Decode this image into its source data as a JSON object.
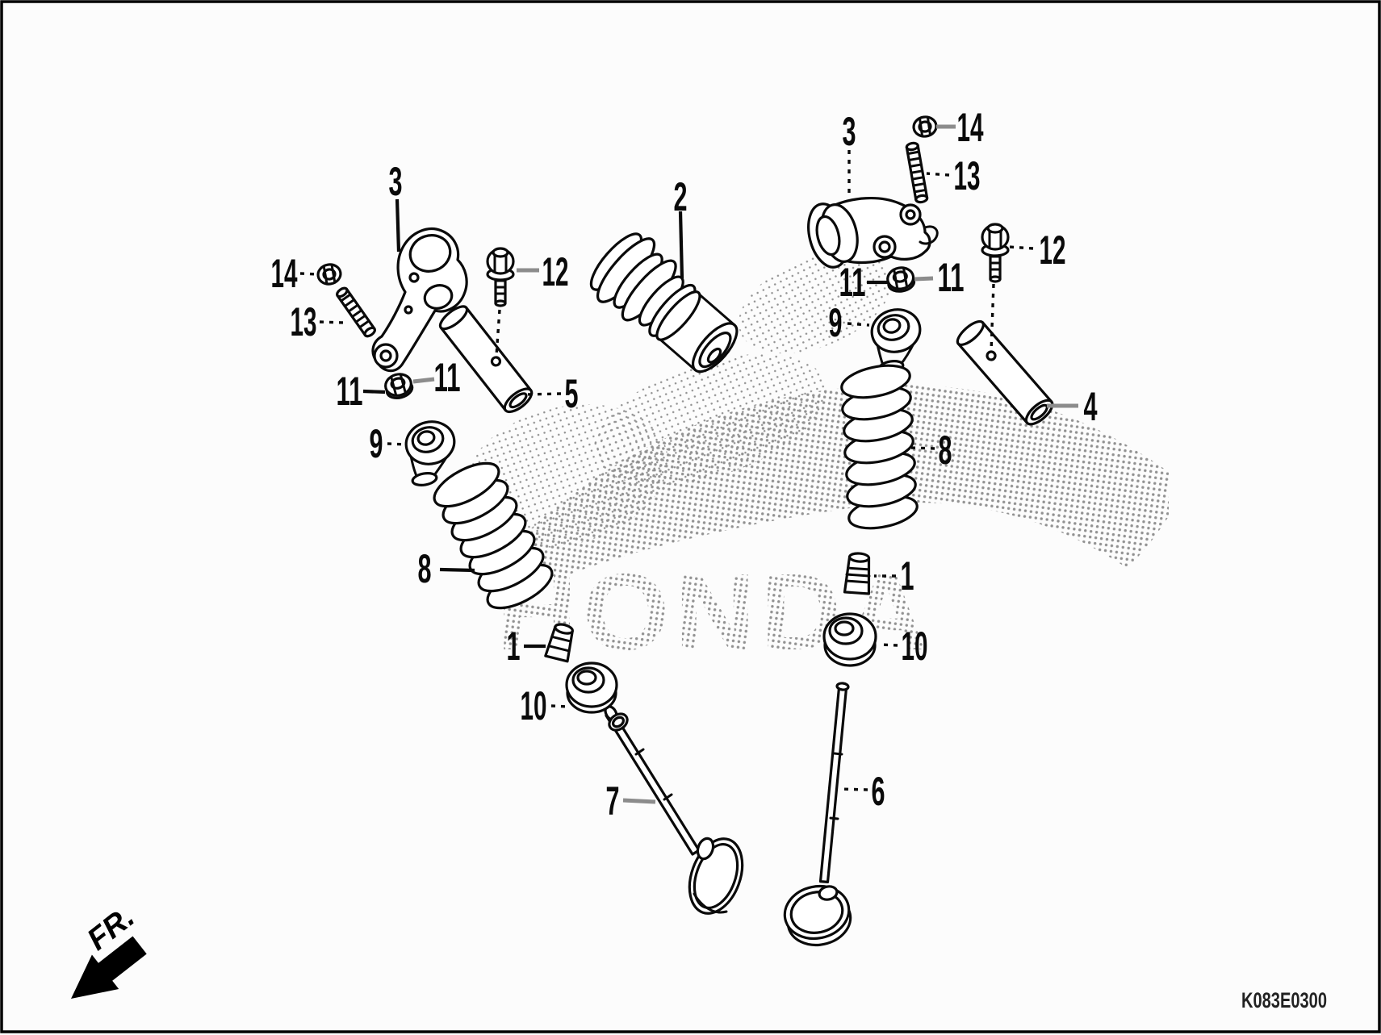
{
  "figure": {
    "drawing_code": "K083E0300",
    "front_marker": "FR.",
    "watermark_text": "HONDA",
    "watermark_icon": "honda-wing-logo",
    "page_background": "#fcfcfc",
    "ink_color": "#0a0a0a",
    "leader_gray": "#8c8c8c",
    "watermark_dot_color": "#3a3a3a"
  },
  "callouts": [
    {
      "id": "camshaft",
      "ref": "2"
    },
    {
      "id": "rocker-arm-left",
      "ref": "3"
    },
    {
      "id": "locknut-left",
      "ref": "14"
    },
    {
      "id": "adjusting-screw-left",
      "ref": "13"
    },
    {
      "id": "bolt-left",
      "ref": "12"
    },
    {
      "id": "nut-left-a",
      "ref": "11"
    },
    {
      "id": "nut-left-b",
      "ref": "11"
    },
    {
      "id": "rocker-shaft-left",
      "ref": "5"
    },
    {
      "id": "spring-seat-left",
      "ref": "9"
    },
    {
      "id": "valve-spring-left",
      "ref": "8"
    },
    {
      "id": "valve-cotter-left",
      "ref": "1"
    },
    {
      "id": "spring-retainer-left",
      "ref": "10"
    },
    {
      "id": "valve-left",
      "ref": "7"
    },
    {
      "id": "rocker-arm-right",
      "ref": "3"
    },
    {
      "id": "locknut-right",
      "ref": "14"
    },
    {
      "id": "adjusting-screw-right",
      "ref": "13"
    },
    {
      "id": "bolt-right",
      "ref": "12"
    },
    {
      "id": "nut-right-a",
      "ref": "11"
    },
    {
      "id": "nut-right-b",
      "ref": "11"
    },
    {
      "id": "spring-seat-right",
      "ref": "9"
    },
    {
      "id": "rocker-shaft-right",
      "ref": "4"
    },
    {
      "id": "valve-spring-right",
      "ref": "8"
    },
    {
      "id": "valve-cotter-right",
      "ref": "1"
    },
    {
      "id": "spring-retainer-right",
      "ref": "10"
    },
    {
      "id": "valve-right",
      "ref": "6"
    }
  ]
}
